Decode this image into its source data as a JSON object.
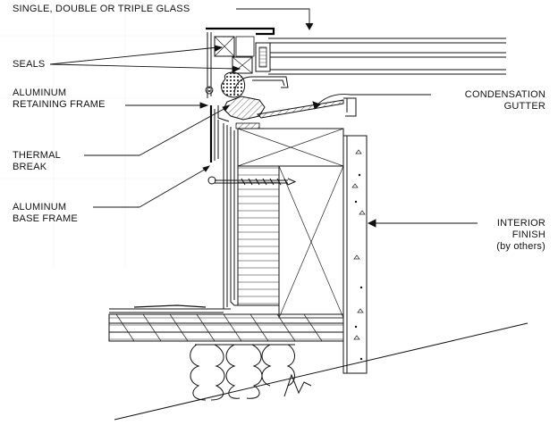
{
  "labels": {
    "glass": "SINGLE, DOUBLE OR TRIPLE GLASS",
    "seals": "SEALS",
    "retaining_frame_1": "ALUMINUM",
    "retaining_frame_2": "RETAINING FRAME",
    "thermal_break_1": "THERMAL",
    "thermal_break_2": "BREAK",
    "base_frame_1": "ALUMINUM",
    "base_frame_2": "BASE FRAME",
    "condensation_1": "CONDENSATION",
    "condensation_2": "GUTTER",
    "interior_1": "INTERIOR",
    "interior_2": "FINISH",
    "interior_3": "(by others)"
  },
  "colors": {
    "line": "#111111",
    "background": "#ffffff",
    "hatch": "#333333"
  }
}
